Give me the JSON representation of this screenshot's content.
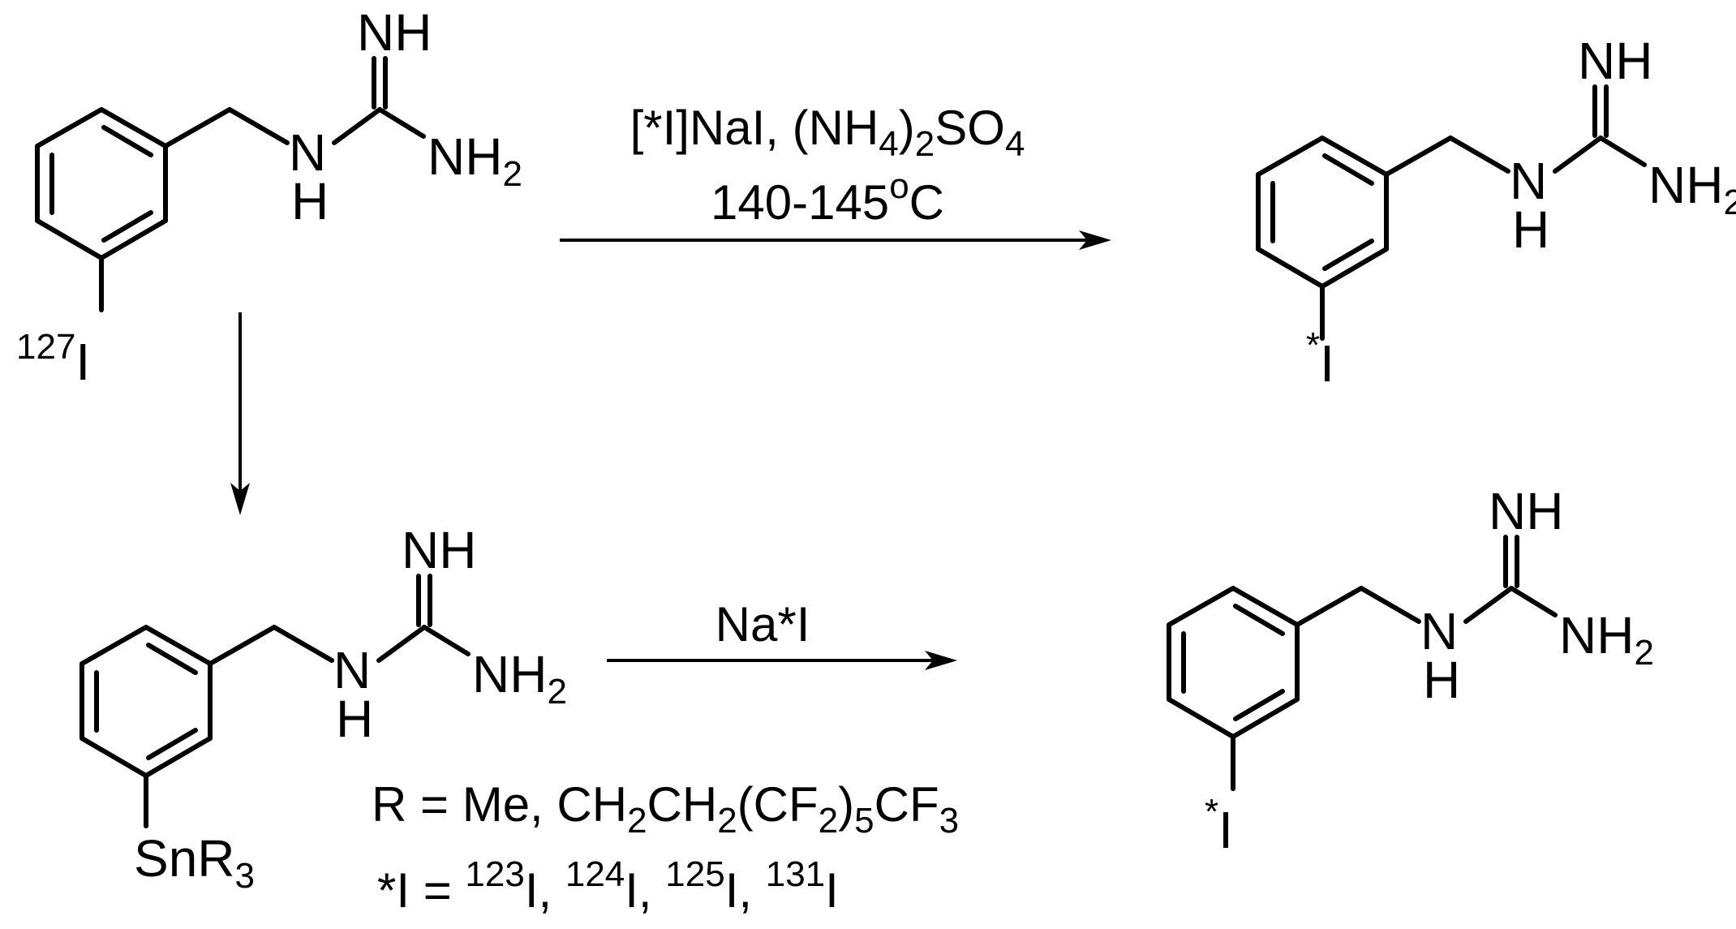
{
  "scheme": {
    "guanidine": {
      "imine": "NH",
      "amine_n": "N",
      "amine_h": "H",
      "nh2_base": "NH",
      "nh2_sub": "2"
    },
    "start": {
      "iodine_mass": "127",
      "iodine_symbol": "I"
    },
    "tin": {
      "sn": "SnR",
      "sn_sub": "3"
    },
    "labeled": {
      "star": "*",
      "iodine_symbol": "I"
    },
    "reaction1": {
      "reagent_a": "[*I]NaI, (NH",
      "reagent_a_sub1": "4",
      "reagent_a_mid": ")",
      "reagent_a_sub2": "2",
      "reagent_a_end": "SO",
      "reagent_a_sub3": "4",
      "temp_a": "140-145",
      "temp_sup": "o",
      "temp_b": "C"
    },
    "reaction2": {
      "reagent": "Na*I"
    },
    "r_definition": {
      "p1": "R = Me, CH",
      "s1": "2",
      "p2": "CH",
      "s2": "2",
      "p3": "(CF",
      "s3": "2",
      "p4": ")",
      "s4": "5",
      "p5": "CF",
      "s5": "3"
    },
    "isotopes": {
      "lead": "*I = ",
      "m1": "123",
      "e1": "I, ",
      "m2": "124",
      "e2": "I, ",
      "m3": "125",
      "e3": "I, ",
      "m4": "131",
      "e4": "I"
    }
  }
}
